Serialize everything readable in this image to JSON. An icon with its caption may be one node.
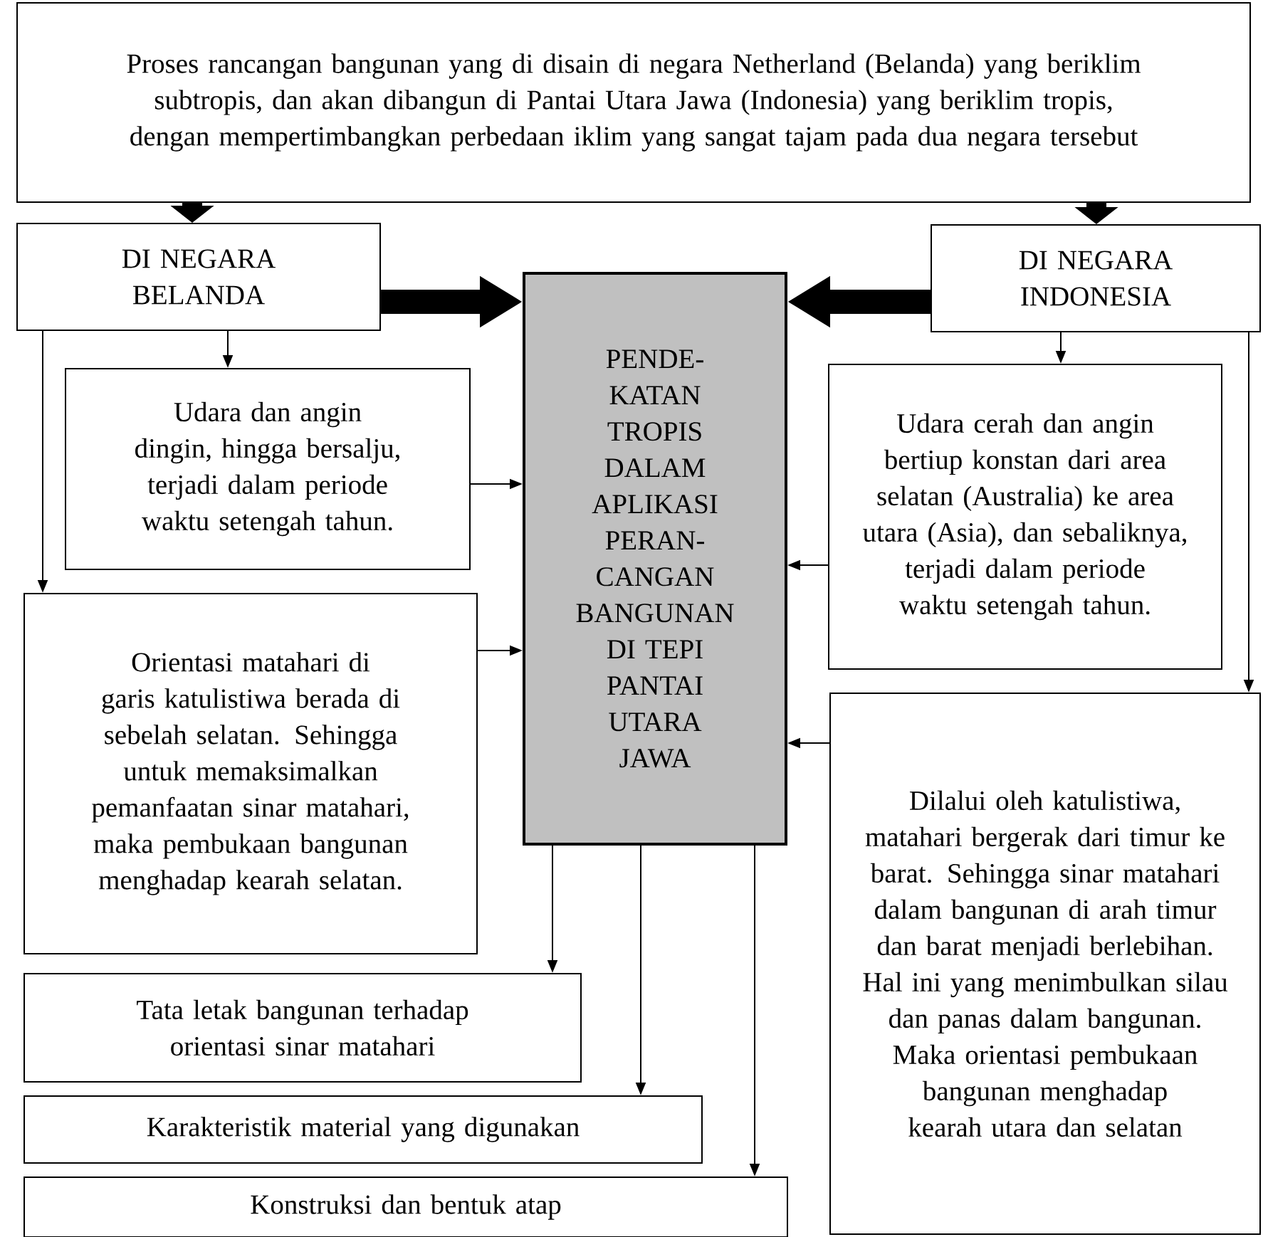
{
  "diagram": {
    "nodes": [
      {
        "text": [
          "Proses rancangan bangunan yang di disain di negara Netherland (Belanda) yang beriklim subtropis, dan akan dibangun di Pantai Utara Jawa (Indonesia) yang beriklim tropis, dengan mempertimbangkan perbedaan iklim yang sangat tajam pada dua negara tersebut"
        ]
      },
      {
        "text": [
          "DI NEGARA BELANDA"
        ]
      },
      {
        "text": [
          "DI NEGARA INDONESIA"
        ]
      },
      {
        "text": [
          "PENDE- KATAN TROPIS DALAM APLIKASI PERAN- CANGAN BANGUNAN DI TEPI PANTAI UTARA JAWA"
        ]
      },
      {
        "text": [
          "Udara dan angin dingin, hingga bersalju, terjadi dalam periode waktu setengah tahun."
        ]
      },
      {
        "text": [
          "Udara cerah dan angin bertiup konstan dari area selatan (Australia) ke area utara (Asia), dan sebaliknya, terjadi dalam periode waktu setengah tahun."
        ]
      },
      {
        "text": [
          "Orientasi matahari di garis katulistiwa berada di sebelah selatan. Sehingga untuk memaksimalkan pemanfaatan sinar matahari, maka pembukaan bangunan menghadap kearah selatan."
        ]
      },
      {
        "text": [
          "Dilalui oleh katulistiwa, matahari bergerak dari timur ke barat. Sehingga sinar matahari dalam bangunan di arah timur dan barat menjadi berlebihan. Hal ini yang menimbulkan silau dan panas dalam bangunan. Maka orientasi pembukaan bangunan menghadap kearah utara dan selatan"
        ]
      },
      {
        "text": [
          "Tata letak bangunan terhadap orientasi sinar matahari"
        ]
      },
      {
        "text": [
          "Karakteristik material yang digunakan"
        ]
      },
      {
        "text": [
          "Konstruksi dan bentuk atap"
        ]
      }
    ],
    "edges": [
      {
        "from": 0,
        "to": 1,
        "arrow": "to",
        "style": "thick"
      },
      {
        "from": 0,
        "to": 2,
        "arrow": "to",
        "style": "thick"
      },
      {
        "from": 1,
        "to": 3,
        "arrow": "to",
        "style": "thick"
      },
      {
        "from": 2,
        "to": 3,
        "arrow": "to",
        "style": "thick"
      },
      {
        "from": 1,
        "to": 4,
        "arrow": "to"
      },
      {
        "from": 1,
        "to": 6,
        "arrow": "to"
      },
      {
        "from": 2,
        "to": 5,
        "arrow": "to"
      },
      {
        "from": 2,
        "to": 7,
        "arrow": "to"
      },
      {
        "from": 4,
        "to": 3,
        "arrow": "to"
      },
      {
        "from": 5,
        "to": 3,
        "arrow": "to"
      },
      {
        "from": 6,
        "to": 3,
        "arrow": "to"
      },
      {
        "from": 7,
        "to": 3,
        "arrow": "to"
      },
      {
        "from": 3,
        "to": 8,
        "arrow": "to"
      },
      {
        "from": 3,
        "to": 9,
        "arrow": "to"
      },
      {
        "from": 3,
        "to": 10,
        "arrow": "to"
      }
    ]
  }
}
